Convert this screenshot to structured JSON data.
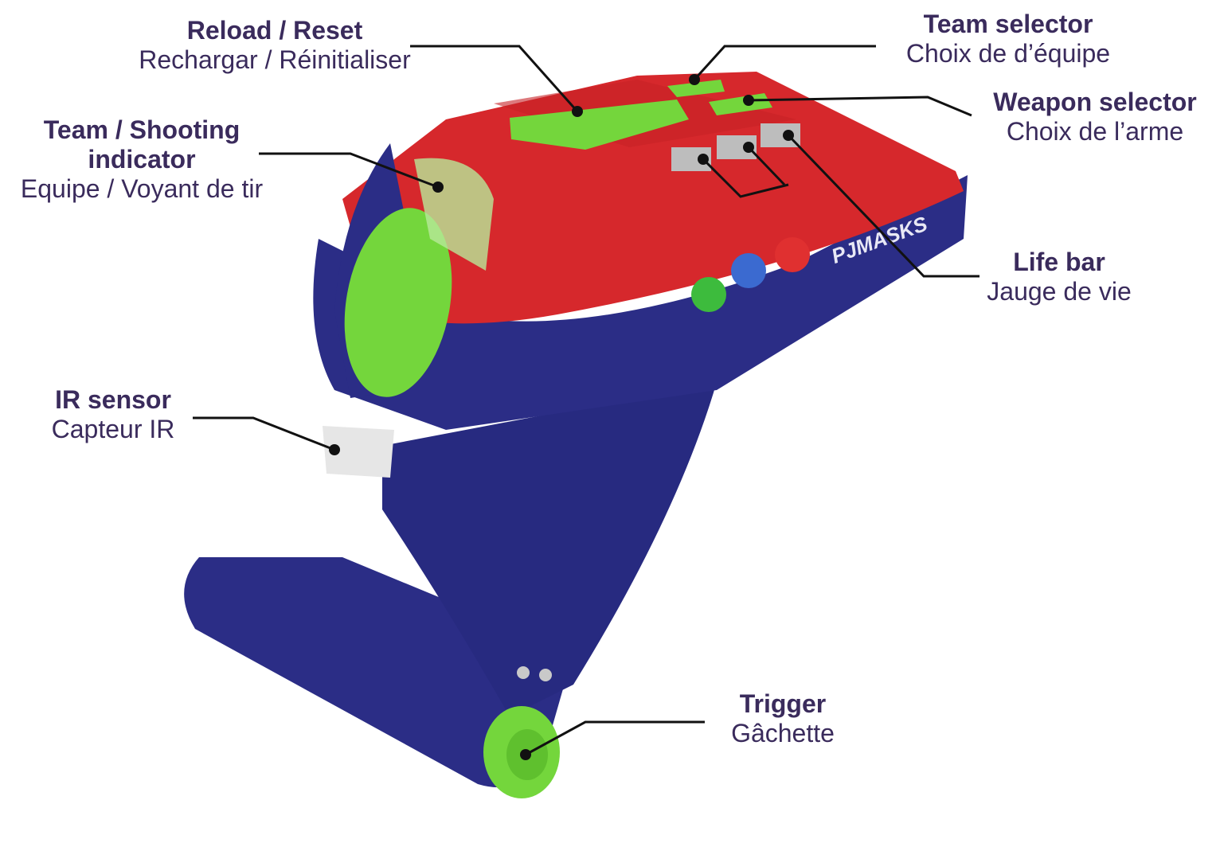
{
  "labels": {
    "reload": {
      "title": "Reload / Reset",
      "subtitle": "Rechargar / Réinitialiser"
    },
    "team_selector": {
      "title": "Team selector",
      "subtitle": "Choix de d’équipe"
    },
    "weapon_selector": {
      "title": "Weapon selector",
      "subtitle": "Choix de l’arme"
    },
    "indicator": {
      "title_line1": "Team / Shooting",
      "title_line2": "indicator",
      "subtitle": "Equipe / Voyant de tir"
    },
    "life_bar": {
      "title": "Life bar",
      "subtitle": "Jauge de vie"
    },
    "ir_sensor": {
      "title": "IR sensor",
      "subtitle": "Capteur IR"
    },
    "trigger": {
      "title": "Trigger",
      "subtitle": "Gâchette"
    }
  },
  "brand": "PJMASKS",
  "colors": {
    "body": "#2b2d86",
    "top": "#d6282c",
    "button": "#74d63c",
    "text": "#3a2b5c"
  }
}
